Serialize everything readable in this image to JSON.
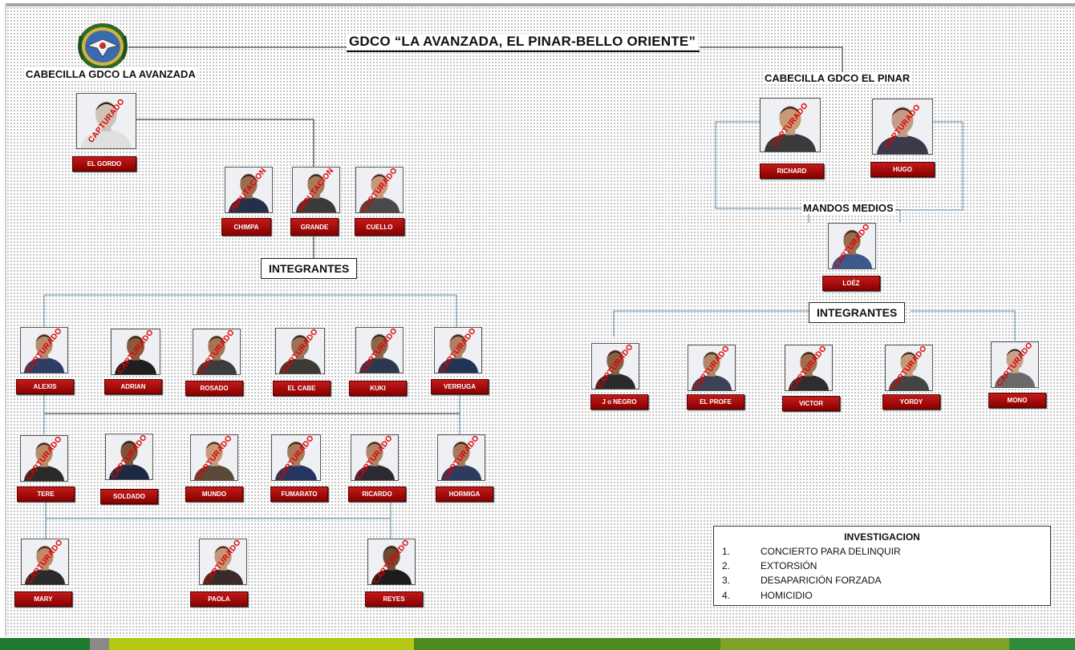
{
  "title": "GDCO “LA AVANZADA, EL PINAR-BELLO ORIENTE”",
  "headers": {
    "left_leader": "CABECILLA GDCO LA AVANZADA",
    "right_leader": "CABECILLA GDCO EL PINAR",
    "mid_commands": "MANDOS MEDIOS"
  },
  "group_labels": {
    "left_members": "INTEGRANTES",
    "right_members": "INTEGRANTES"
  },
  "logo": "police-crest-icon",
  "colors": {
    "name_plate": "#b00000",
    "stamp": "#e00000"
  },
  "people": [
    {
      "name": "EL GORDO",
      "stamp": "CAPTURADO",
      "skin": "#cfc2b6",
      "shirt": "#e0e0e0"
    },
    {
      "name": "CHIMPA",
      "stamp": "IMPUTACION",
      "skin": "#9a6c4e",
      "shirt": "#24304a"
    },
    {
      "name": "GRANDE",
      "stamp": "IMPUTACION",
      "skin": "#a77a5c",
      "shirt": "#3a3a3a"
    },
    {
      "name": "CUELLO",
      "stamp": "CAPTURADO",
      "skin": "#c9967a",
      "shirt": "#4a4a4a"
    },
    {
      "name": "ALEXIS",
      "stamp": "CAPTURADO",
      "skin": "#b88a6e",
      "shirt": "#2c3e66"
    },
    {
      "name": "ADRIAN",
      "stamp": "CAPTURADO",
      "skin": "#8a5a3e",
      "shirt": "#1e1e1e"
    },
    {
      "name": "ROSADO",
      "stamp": "CAPTURADO",
      "skin": "#a57456",
      "shirt": "#3c3c3c"
    },
    {
      "name": "EL CABE",
      "stamp": "CAPTURADO",
      "skin": "#9b7258",
      "shirt": "#3d3a35"
    },
    {
      "name": "KUKI",
      "stamp": "CAPTURADO",
      "skin": "#8e6448",
      "shirt": "#2d3850"
    },
    {
      "name": "VERRUGA",
      "stamp": "CAPTURADO",
      "skin": "#b07e60",
      "shirt": "#203456"
    },
    {
      "name": "TERE",
      "stamp": "CAPTURADO",
      "skin": "#b98a6a",
      "shirt": "#2a2a2a"
    },
    {
      "name": "SOLDADO",
      "stamp": "CAPTURADO",
      "skin": "#7e5238",
      "shirt": "#1e2a44"
    },
    {
      "name": "MUNDO",
      "stamp": "CAPTURADO",
      "skin": "#c99a78",
      "shirt": "#5a4a3a"
    },
    {
      "name": "FUMARATO",
      "stamp": "CAPTURADO",
      "skin": "#a87a5a",
      "shirt": "#243660"
    },
    {
      "name": "RICARDO",
      "stamp": "CAPTURADO",
      "skin": "#b08464",
      "shirt": "#2b2b33"
    },
    {
      "name": "HORMIGA",
      "stamp": "CAPTURADO",
      "skin": "#a9785a",
      "shirt": "#2c3b5e"
    },
    {
      "name": "MARY",
      "stamp": "CAPTURADO",
      "skin": "#c08a6a",
      "shirt": "#2a2a2a"
    },
    {
      "name": "PAOLA",
      "stamp": "CAPTURADO",
      "skin": "#c5977a",
      "shirt": "#3a2a2a"
    },
    {
      "name": "REYES",
      "stamp": "CAPTURADO",
      "skin": "#6e4a34",
      "shirt": "#1c1c1c"
    },
    {
      "name": "RICHARD",
      "stamp": "CAPTURADO",
      "skin": "#c79a78",
      "shirt": "#3a3a3a"
    },
    {
      "name": "HUGO",
      "stamp": "CAPTURADO",
      "skin": "#c59a86",
      "shirt": "#3a3a4a"
    },
    {
      "name": "LOÉZ",
      "stamp": "CAPTURADO",
      "skin": "#9a6a4c",
      "shirt": "#3b5a8a"
    },
    {
      "name": "J o NEGRO",
      "stamp": "CAPTURADO",
      "skin": "#8a5e42",
      "shirt": "#2a2a2a"
    },
    {
      "name": "EL PROFE",
      "stamp": "CAPTURADO",
      "skin": "#b08868",
      "shirt": "#3a4256"
    },
    {
      "name": "VICTOR",
      "stamp": "CAPTURADO",
      "skin": "#a0704e",
      "shirt": "#2e2e2e"
    },
    {
      "name": "YORDY",
      "stamp": "CAPTURADO",
      "skin": "#c49a7a",
      "shirt": "#444"
    },
    {
      "name": "MONO",
      "stamp": "CAPTURADO",
      "skin": "#c7a08a",
      "shirt": "#6a6a6a"
    }
  ],
  "investigation": {
    "title": "INVESTIGACION",
    "items": [
      {
        "num": "1.",
        "text": "CONCIERTO PARA DELINQUIR"
      },
      {
        "num": "2.",
        "text": "EXTORSIÓN"
      },
      {
        "num": "3.",
        "text": "DESAPARICIÓN FORZADA"
      },
      {
        "num": "4.",
        "text": "HOMICIDIO"
      }
    ]
  },
  "bottom_strip": [
    "#1d7a2e",
    "#8a8a8a",
    "#b5c812",
    "#4e8a1e",
    "#7fa22a",
    "#2f8a3a"
  ]
}
